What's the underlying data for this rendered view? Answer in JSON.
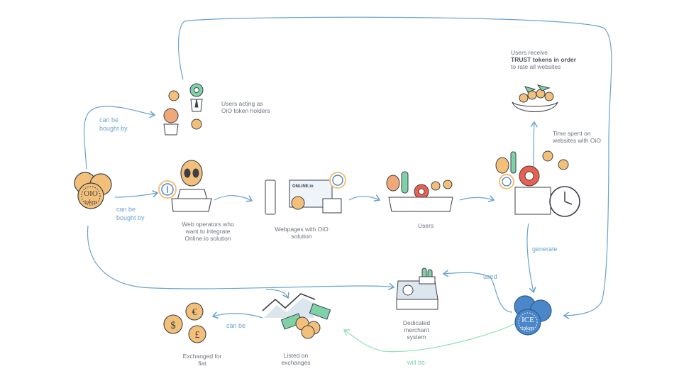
{
  "nodes": {
    "token_holders": "Users acting as OiO token holders",
    "oio_coins": {
      "line1": "OIO",
      "line2": "token"
    },
    "web_operators": "Web operators who want to integrate Online.io solution",
    "webpages": "Webpages with OiO solution",
    "webpages_screen": "ONLINE.io",
    "users": "Users",
    "trust_pre": "Users receive",
    "trust_bold": "TRUST tokens in order",
    "trust_post": "to rate all websites",
    "time_spent": "Time spent on websites with OiO",
    "ice_coins": {
      "line1": "ICE",
      "line2": "token"
    },
    "merchant": "Dedicated merchant system",
    "exchanges": "Listed on exchanges",
    "fiat": "Exchanged for fiat",
    "currency_symbols": [
      "€",
      "$",
      "£"
    ]
  },
  "edges": {
    "bought_top": "can be bought by",
    "bought_mid": "can be bought by",
    "generate": "generate",
    "used": "used",
    "will_be": "will be",
    "can_be": "can be"
  },
  "colors": {
    "arrow": "#6aa3cf",
    "green_arrow": "#8ee0b4",
    "gold": "#f3c07a",
    "ice": "#4b86c8"
  }
}
